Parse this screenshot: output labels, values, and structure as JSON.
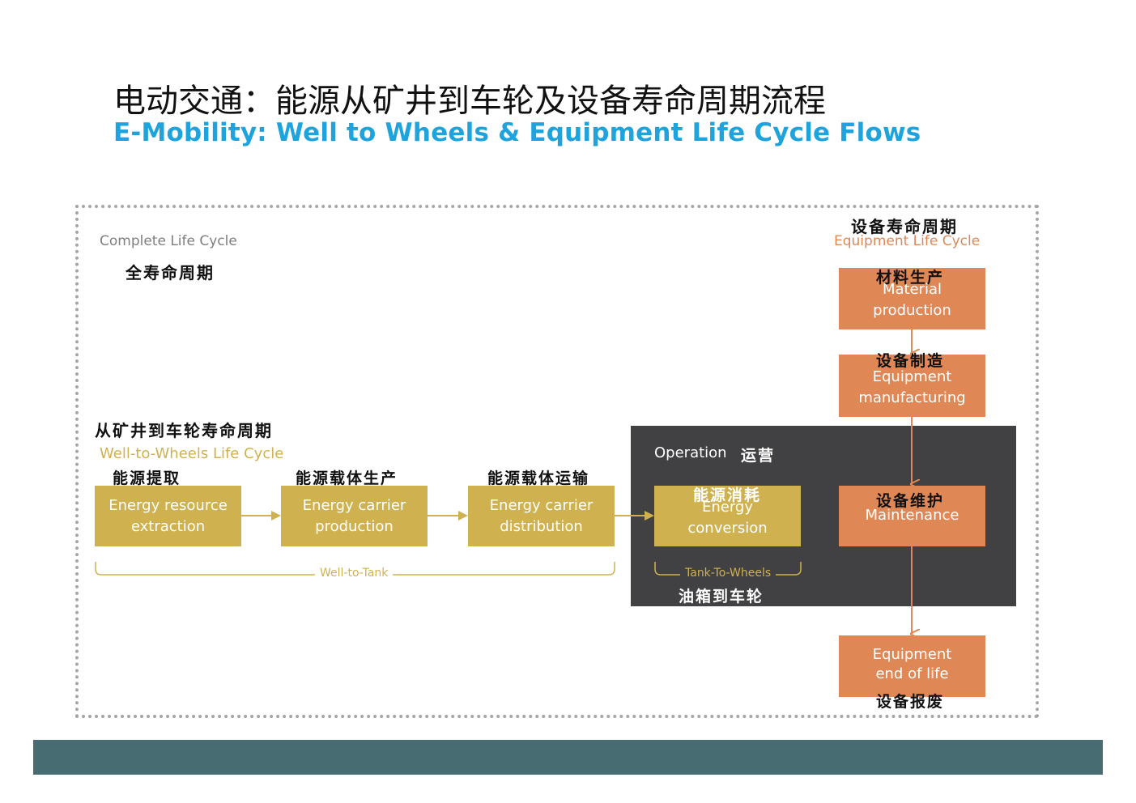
{
  "title": {
    "cn": "电动交通：能源从矿井到车轮及设备寿命周期流程",
    "en": "E-Mobility:  Well to Wheels & Equipment Life Cycle Flows"
  },
  "complete_life_cycle": {
    "en": "Complete Life Cycle",
    "cn": "全寿命周期"
  },
  "equipment_life_cycle": {
    "cn": "设备寿命周期",
    "en": "Equipment Life Cycle"
  },
  "well_to_wheels": {
    "cn": "从矿井到车轮寿命周期",
    "en": "Well-to-Wheels Life Cycle"
  },
  "operation": {
    "en": "Operation",
    "cn": "运营"
  },
  "wtw_steps": [
    {
      "cn": "能源提取",
      "en": "Energy resource\nextraction"
    },
    {
      "cn": "能源载体生产",
      "en": "Energy carrier\nproduction"
    },
    {
      "cn": "能源载体运输",
      "en": "Energy carrier\ndistribution"
    },
    {
      "cn": "能源消耗",
      "en": "Energy\nconversion"
    }
  ],
  "equipment_steps": [
    {
      "cn": "材料生产",
      "en": "Material\nproduction"
    },
    {
      "cn": "设备制造",
      "en": "Equipment\nmanufacturing"
    },
    {
      "cn": "设备维护",
      "en": "Maintenance"
    },
    {
      "cn": "设备报废",
      "en": "Equipment\nend of life"
    }
  ],
  "braces": {
    "well_to_tank": "Well-to-Tank",
    "tank_to_wheels": "Tank-To-Wheels",
    "tank_to_wheels_cn": "油箱到车轮"
  },
  "colors": {
    "title_en": "#1fa3dd",
    "gold": "#cfb24f",
    "orange": "#df8856",
    "dark_panel": "#414042",
    "footer": "#476d73",
    "gray_text": "#7f7f7f",
    "frame": "#a6a6a6"
  }
}
